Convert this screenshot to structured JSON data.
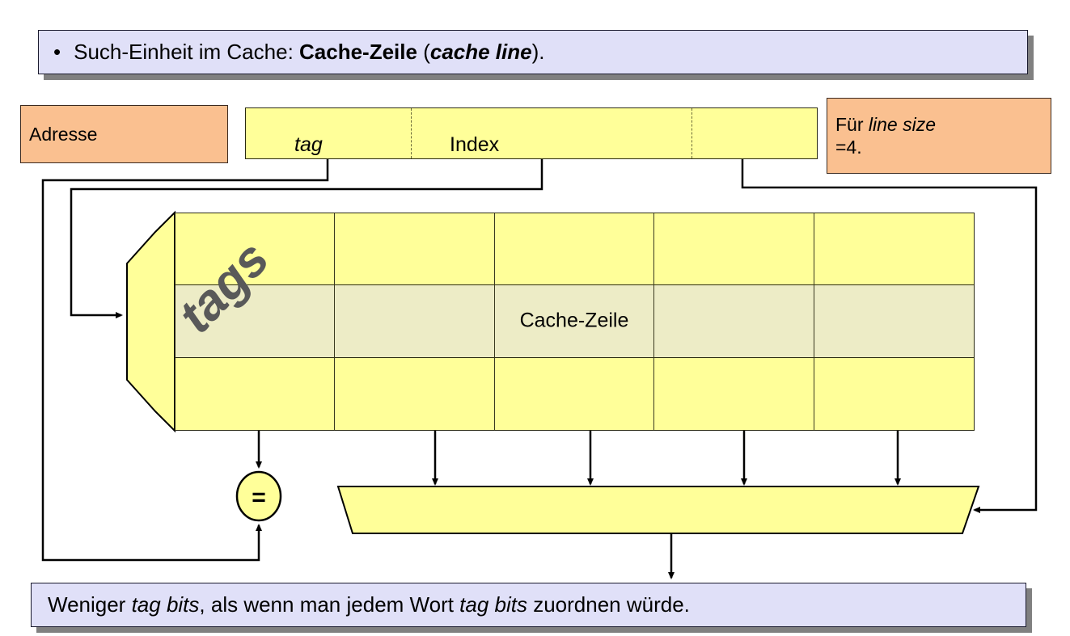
{
  "slide": {
    "top_banner": {
      "bullet": "•",
      "prefix": "Such-Einheit im Cache: ",
      "bold": "Cache-Zeile",
      "paren_open": " (",
      "bold_italic": "cache line",
      "paren_close": ")."
    },
    "bottom_banner": {
      "part1": "Weniger ",
      "italic1": "tag bits",
      "part2": ", als wenn man jedem Wort ",
      "italic2": "tag bits",
      "part3": " zuordnen würde."
    }
  },
  "address": {
    "label": "Adresse",
    "segments": [
      {
        "name": "tag",
        "label": "tag",
        "style": "italic"
      },
      {
        "name": "index",
        "label": "Index",
        "style": "normal"
      },
      {
        "name": "offset",
        "label": "",
        "style": "normal"
      }
    ]
  },
  "note": {
    "line1_prefix": "Für ",
    "line1_italic": "line size",
    "line2": "=4."
  },
  "cache": {
    "rows": 3,
    "columns": 5,
    "highlighted_row_index": 1,
    "line_label": "Cache-Zeile",
    "line_label_column_index": 2,
    "tags_label": "tags"
  },
  "comparator": {
    "symbol": "=",
    "name": "tag-comparator"
  },
  "multiplexer": {
    "name": "word-multiplexer",
    "input_count": 4,
    "select_input": "offset"
  },
  "colors": {
    "banner_bg": "#e0e0f8",
    "banner_shadow": "#808080",
    "callout_bg": "#fac090",
    "cell_bg": "#ffff99",
    "cell_highlight_bg": "#edecc6",
    "line_stroke": "#000000",
    "tags_text": "#595959"
  }
}
